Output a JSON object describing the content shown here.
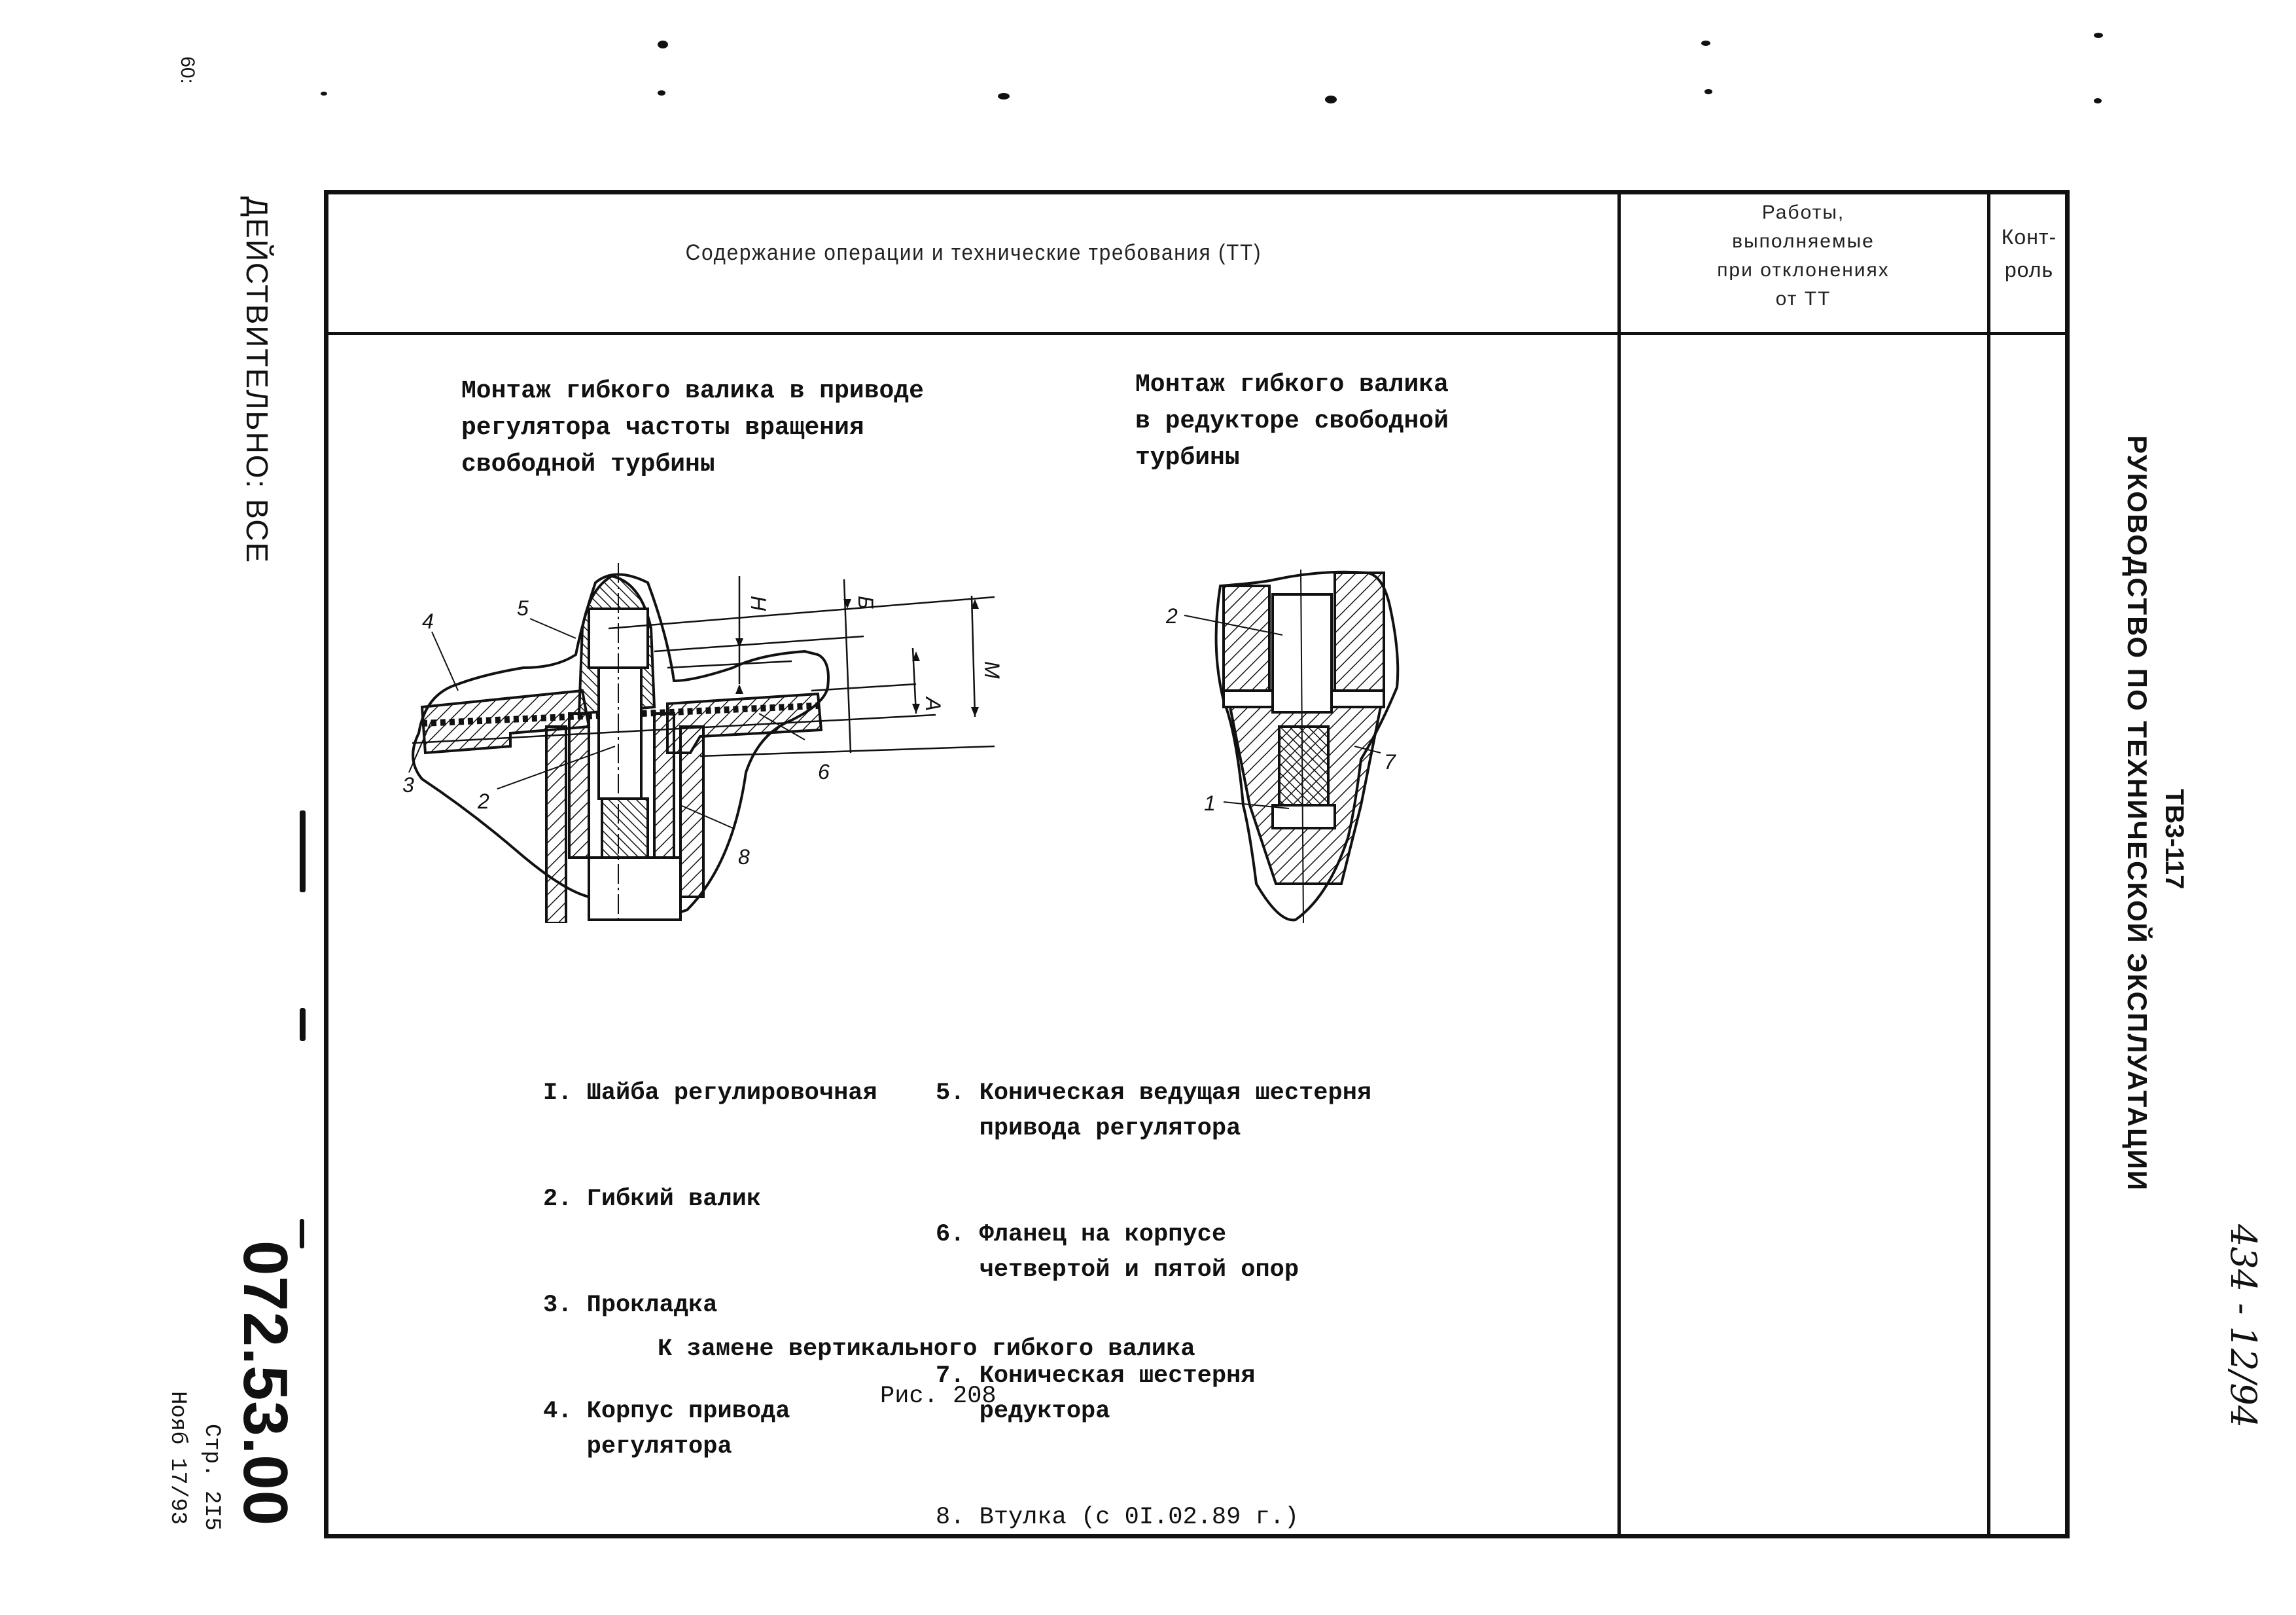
{
  "page": {
    "corner_mark": "60:",
    "left_margin": {
      "validity_label": "ДЕЙСТВИТЕЛЬНО: ВСЕ",
      "section_number": "072.53.00",
      "page_label": "Стр. 2I5",
      "revision_date": "Нояб 17/93"
    },
    "right_margin": {
      "aircraft_engine": "ТВ3-117",
      "manual_title": "РУКОВОДСТВО ПО ТЕХНИЧЕСКОЙ ЭКСПЛУАТАЦИИ",
      "handwritten_note": "434 - 12/94"
    }
  },
  "table": {
    "headers": {
      "content": "Содержание операции и технические требования (ТТ)",
      "works_on_deviation": [
        "Работы,",
        "выполняемые",
        "при отклонениях",
        "от ТТ"
      ],
      "control": [
        "Конт-",
        "роль"
      ]
    }
  },
  "figure": {
    "left_caption": "Монтаж гибкого валика в приводе\nрегулятора частоты вращения\nсвободной турбины",
    "right_caption": "Монтаж гибкого валика\nв редукторе свободной\nтурбины",
    "left_callouts": [
      "4",
      "5",
      "3",
      "2",
      "6",
      "8"
    ],
    "right_callouts": [
      "2",
      "7",
      "1"
    ],
    "dimension_labels": [
      "Н",
      "Б",
      "А",
      "М"
    ],
    "legend_left": [
      "I. Шайба регулировочная",
      "2. Гибкий валик",
      "3. Прокладка",
      "4. Корпус привода\n   регулятора"
    ],
    "legend_right": [
      "5. Коническая ведущая шестерня\n   привода регулятора",
      "6. Фланец на корпусе\n   четвертой и пятой опор",
      "7. Коническая шестерня\n   редуктора"
    ],
    "legend_item_8": "8. Втулка (с 0I.02.89 г.)",
    "title": "К замене вертикального гибкого валика",
    "number": "Рис. 208"
  }
}
